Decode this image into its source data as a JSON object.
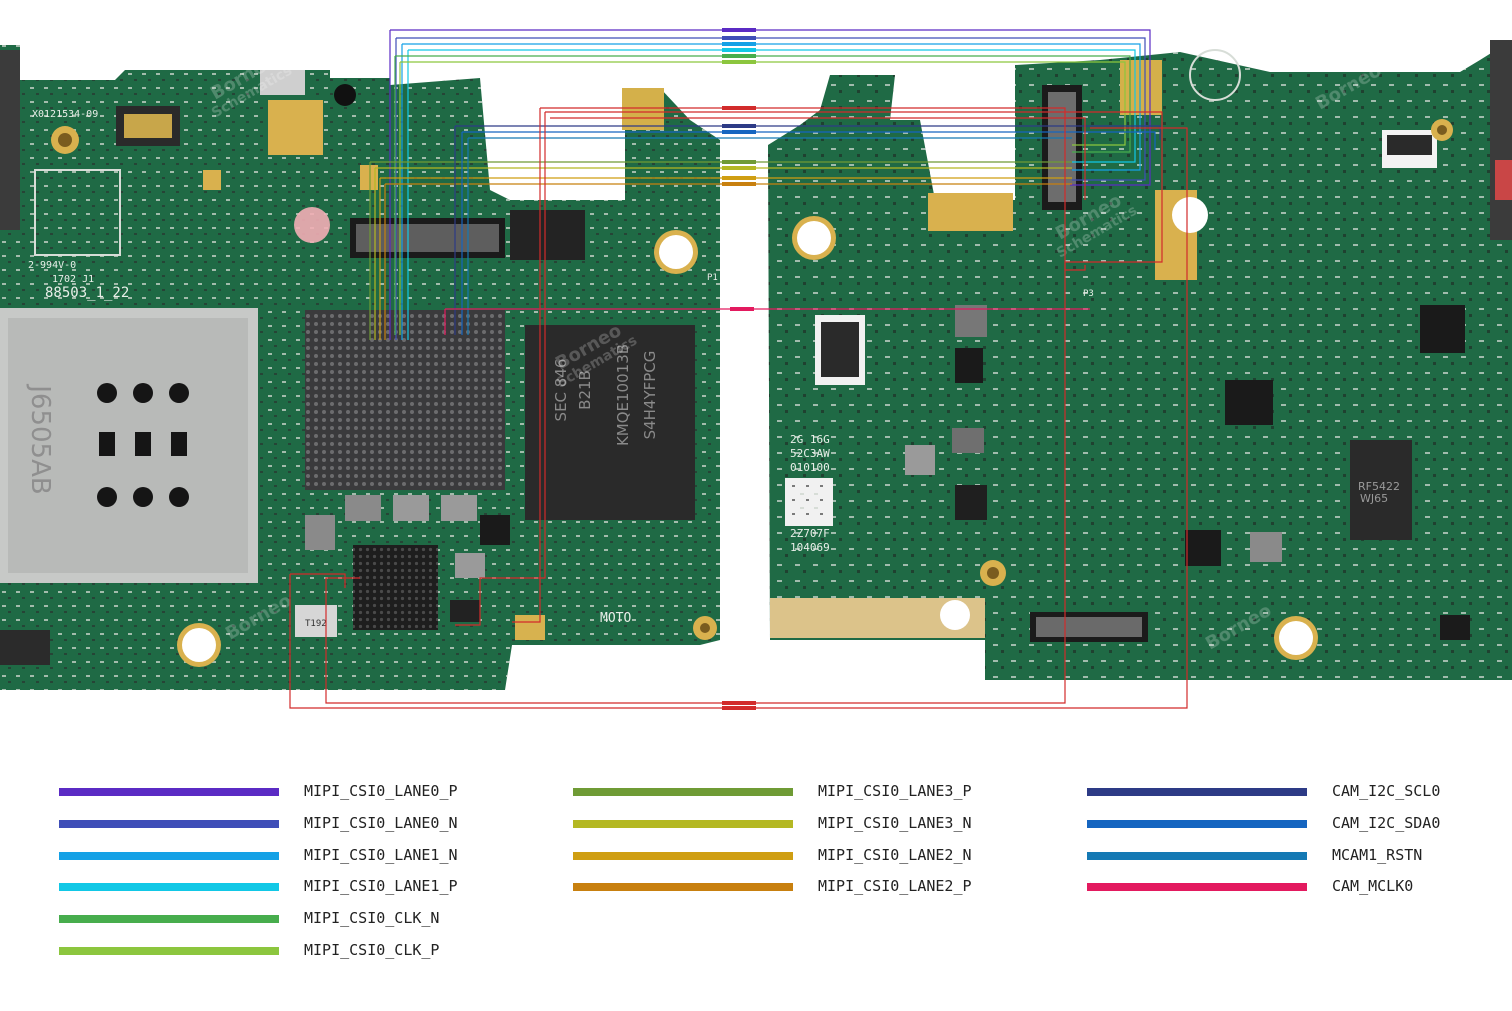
{
  "board": {
    "left_silkscreen": [
      "X0121534-09",
      "2-994V-0",
      "1702 J1",
      "88503_1_22"
    ],
    "sim_tray": "J6505AB",
    "memory_chip": [
      "SEC 846",
      "B21B",
      "KMQE10013B",
      "S4H4YFPCG"
    ],
    "left_chip_mark": "T192",
    "motor_label": "MOTO",
    "right_silkscreen": [
      "2G 16G",
      "52C3AW",
      "010100",
      "2Z707F",
      "104069"
    ],
    "rf_chip": [
      "RF5422",
      "WJ65"
    ],
    "pin_label_left": "P1",
    "pin_label_right": "P3",
    "watermark": [
      "Borneo",
      "Schematics"
    ]
  },
  "legend": {
    "col1": [
      {
        "label": "MIPI_CSI0_LANE0_P",
        "color": "#5b2bc4"
      },
      {
        "label": "MIPI_CSI0_LANE0_N",
        "color": "#3f4eb8"
      },
      {
        "label": "MIPI_CSI0_LANE1_N",
        "color": "#14a1e6"
      },
      {
        "label": "MIPI_CSI0_LANE1_P",
        "color": "#12c8e6"
      },
      {
        "label": "MIPI_CSI0_CLK_N",
        "color": "#47ad4d"
      },
      {
        "label": "MIPI_CSI0_CLK_P",
        "color": "#8cc63e"
      }
    ],
    "col2": [
      {
        "label": "MIPI_CSI0_LANE3_P",
        "color": "#6f9b35"
      },
      {
        "label": "MIPI_CSI0_LANE3_N",
        "color": "#b4b823"
      },
      {
        "label": "MIPI_CSI0_LANE2_N",
        "color": "#cf9e12"
      },
      {
        "label": "MIPI_CSI0_LANE2_P",
        "color": "#c8800f"
      }
    ],
    "col3": [
      {
        "label": "CAM_I2C_SCL0",
        "color": "#2d3b86"
      },
      {
        "label": "CAM_I2C_SDA0",
        "color": "#1565c0"
      },
      {
        "label": "MCAM1_RSTN",
        "color": "#1479b4"
      },
      {
        "label": "CAM_MCLK0",
        "color": "#e31a5f"
      }
    ]
  }
}
